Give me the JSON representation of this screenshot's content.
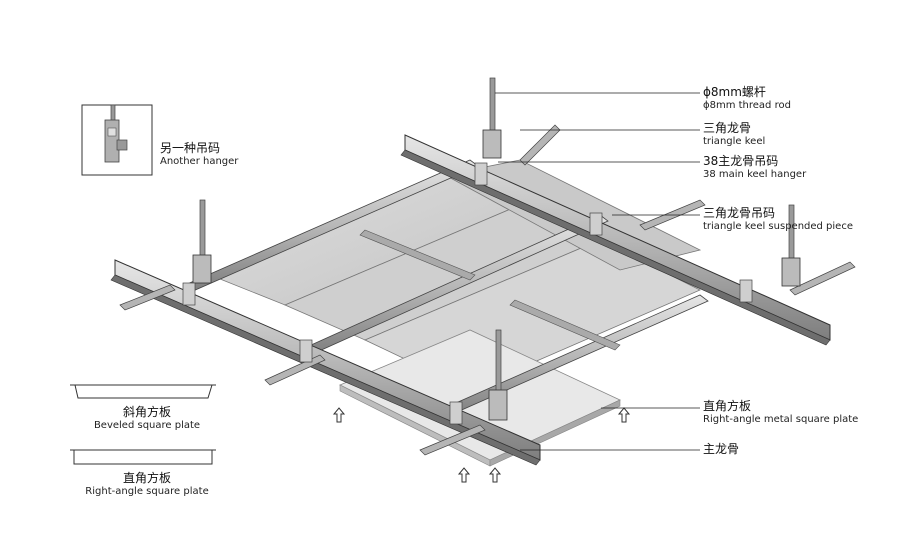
{
  "labels": {
    "thread_rod": {
      "cn": "ϕ8mm螺杆",
      "en": "ϕ8mm thread rod"
    },
    "triangle_keel": {
      "cn": "三角龙骨",
      "en": "triangle keel"
    },
    "main_keel_hanger": {
      "cn": "38主龙骨吊码",
      "en": "38 main keel hanger"
    },
    "triangle_suspended": {
      "cn": "三角龙骨吊码",
      "en": "triangle keel suspended piece"
    },
    "right_angle_metal": {
      "cn": "直角方板",
      "en": "Right-angle metal square plate"
    },
    "main_keel": {
      "cn": "主龙骨",
      "en": ""
    },
    "another_hanger": {
      "cn": "另一种吊码",
      "en": "Another hanger"
    },
    "beveled_plate": {
      "cn": "斜角方板",
      "en": "Beveled square plate"
    },
    "right_angle_plate": {
      "cn": "直角方板",
      "en": "Right-angle square plate"
    }
  },
  "colors": {
    "line": "#333333",
    "keel": "#c8c8c8",
    "keel_dark": "#8a8a8a",
    "panel": "#d0d0d0",
    "panel_light": "#e4e4e4",
    "rod": "#9a9a9a"
  },
  "icons": {
    "up_arrow": "up-arrow-icon"
  }
}
